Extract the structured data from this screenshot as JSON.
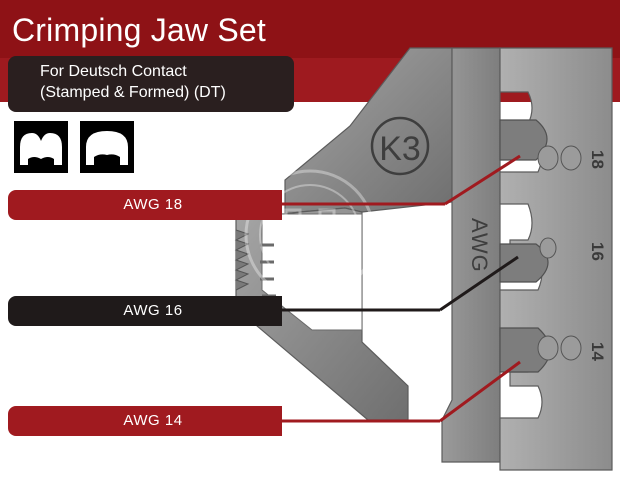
{
  "header": {
    "title": "Crimping Jaw Set",
    "subtitle_line1": "For Deutsch Contact",
    "subtitle_line2": "(Stamped & Formed) (DT)"
  },
  "profile_icons": [
    {
      "icon": "crimp-profile-b-icon"
    },
    {
      "icon": "crimp-profile-open-icon"
    }
  ],
  "jaw": {
    "model_mark": "K3",
    "side_mark": "AWG",
    "slot_marks": [
      "18",
      "16",
      "14"
    ]
  },
  "labels": [
    {
      "text": "AWG 18",
      "color": "#a01a1f"
    },
    {
      "text": "AWG 16",
      "color": "#1f1a1a"
    },
    {
      "text": "AWG 14",
      "color": "#a01a1f"
    }
  ],
  "colors": {
    "banner_red": "#8e1216",
    "dark": "#1f1a1a",
    "metal": "#8d8d8d"
  }
}
